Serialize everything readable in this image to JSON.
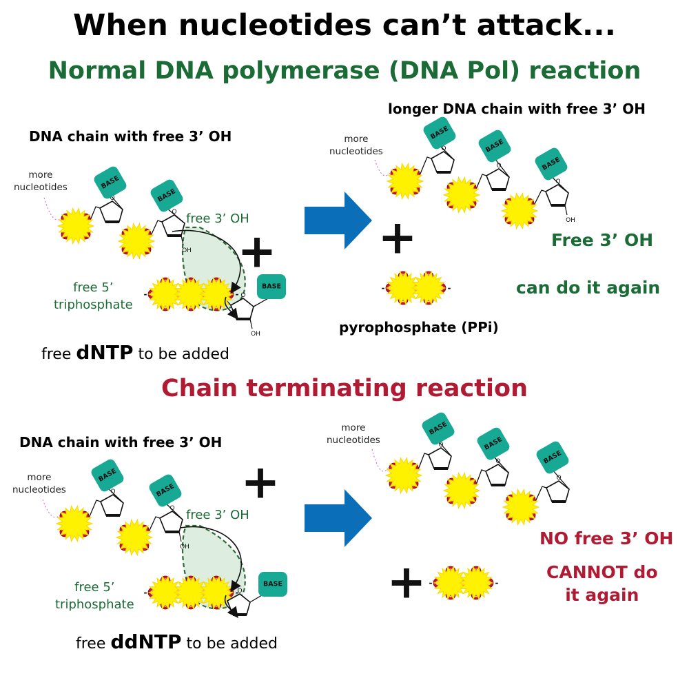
{
  "title": "When nucleotides can’t attack...",
  "normal": {
    "heading": "Normal DNA polymerase (DNA Pol) reaction",
    "left_label": "DNA chain with free 3’ OH",
    "more_nucleotides": "more\nnucleotides",
    "free_3oh": "free 3’ OH",
    "free_5_triphosphate": "free 5’\ntriphosphate",
    "dntp_pre": "free ",
    "dntp_bold": "dNTP",
    "dntp_post": " to be added",
    "right_label": "longer DNA chain with free 3’ OH",
    "right_more": "more\nnucleotides",
    "free3oh_big": "Free 3’ OH",
    "can_do": "can do it again",
    "ppi": "pyrophosphate (PPi)"
  },
  "terminating": {
    "heading": "Chain terminating reaction",
    "left_label": "DNA chain with free 3’ OH",
    "more_nucleotides": "more\nnucleotides",
    "free_3oh": "free 3’ OH",
    "free_5_triphosphate": "free 5’\ntriphosphate",
    "ddntp_pre": "free ",
    "ddntp_bold": "ddNTP",
    "ddntp_post": " to be added",
    "right_more": "more\nnucleotides",
    "no_free": "NO free 3’ OH",
    "cannot": "CANNOT do\nit again"
  },
  "glyphs": {
    "base": "BASE",
    "phosphate": "P",
    "oxygen": "O",
    "oh": "OH",
    "plus": "+"
  },
  "colors": {
    "green": "#1a6b35",
    "red": "#b01a33",
    "teal": "#17a994",
    "arrow": "#0a6fb8",
    "oxygen": "#cc1626",
    "phosphorus": "#f39a1c",
    "burst": "#fff200"
  }
}
